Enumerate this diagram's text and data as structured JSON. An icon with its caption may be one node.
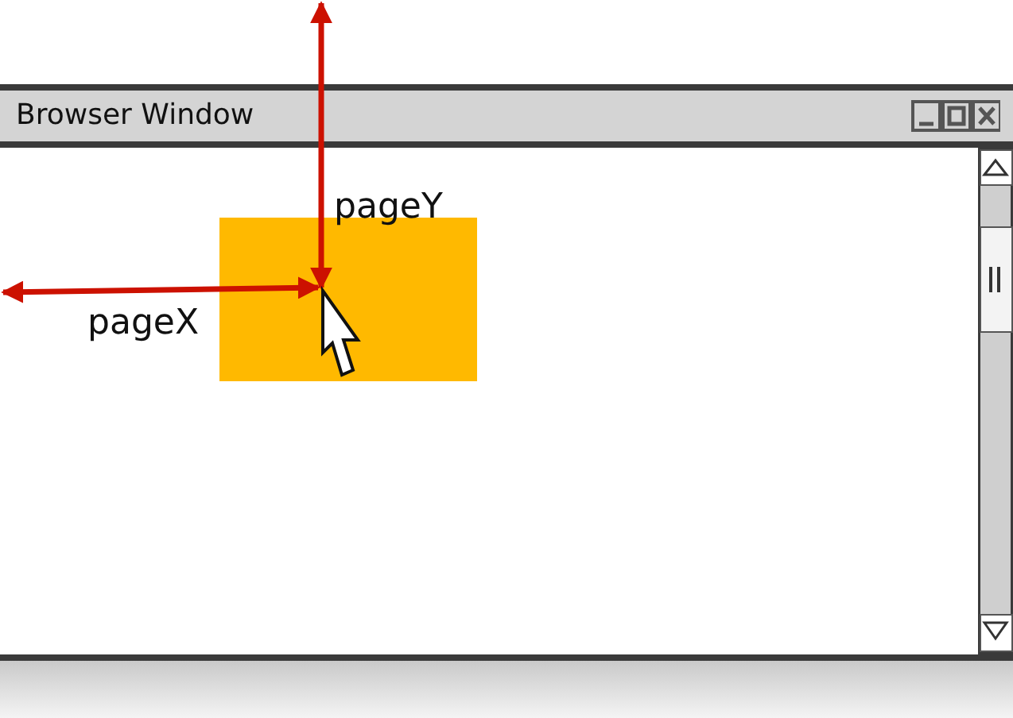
{
  "diagram": {
    "nodes": [
      {
        "text": [
          "Browser Window"
        ]
      }
    ],
    "labels": [
      "pageY",
      "pageX"
    ]
  }
}
